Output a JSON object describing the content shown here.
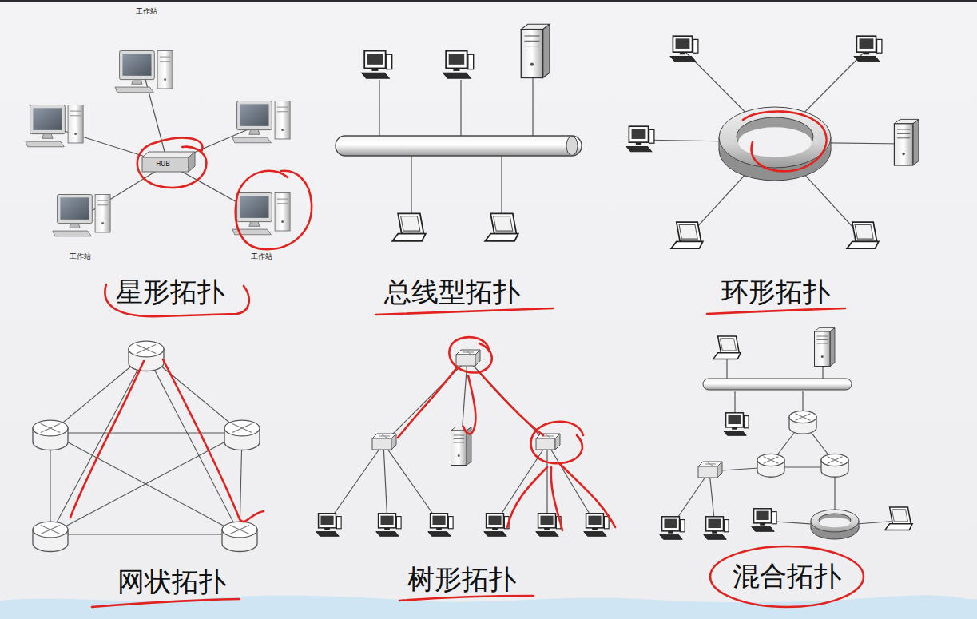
{
  "diagram": {
    "labels": [
      "工作站",
      "HUB",
      "工作站",
      "工作站",
      "星形拓扑",
      "总线型拓扑",
      "环形拓扑",
      "网状拓扑",
      "树形拓扑",
      "混合拓扑"
    ]
  }
}
